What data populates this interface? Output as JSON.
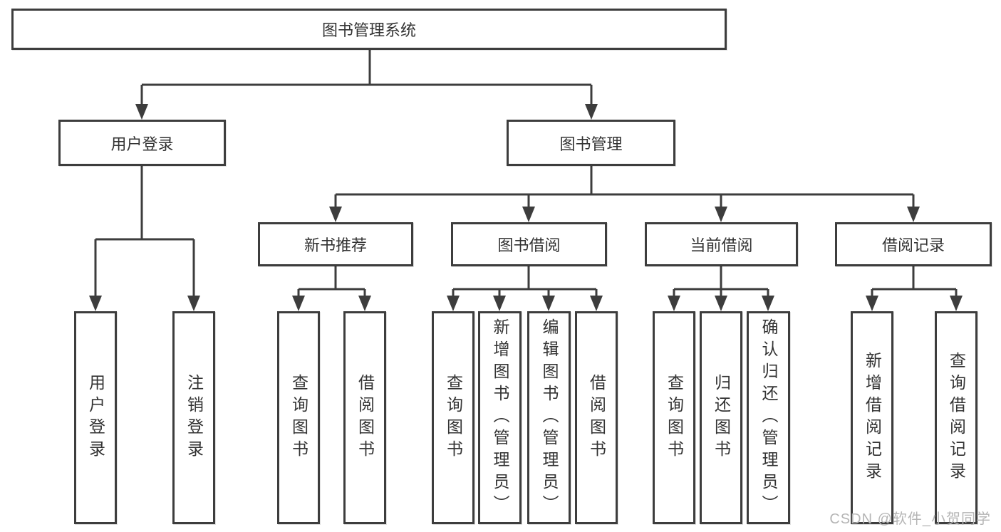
{
  "diagram": {
    "title": "图书管理系统",
    "type": "functional-structure-tree"
  },
  "tree": {
    "label": "图书管理系统",
    "children": [
      {
        "label": "用户登录",
        "children": [
          {
            "label": "用户登录"
          },
          {
            "label": "注销登录"
          }
        ]
      },
      {
        "label": "图书管理",
        "children": [
          {
            "label": "新书推荐",
            "children": [
              {
                "label": "查询图书"
              },
              {
                "label": "借阅图书"
              }
            ]
          },
          {
            "label": "图书借阅",
            "children": [
              {
                "label": "查询图书"
              },
              {
                "label": "新增图书（管理员）"
              },
              {
                "label": "编辑图书（管理员）"
              },
              {
                "label": "借阅图书"
              }
            ]
          },
          {
            "label": "当前借阅",
            "children": [
              {
                "label": "查询图书"
              },
              {
                "label": "归还图书"
              },
              {
                "label": "确认归还（管理员）"
              }
            ]
          },
          {
            "label": "借阅记录",
            "children": [
              {
                "label": "新增借阅记录"
              },
              {
                "label": "查询借阅记录"
              }
            ]
          }
        ]
      }
    ]
  },
  "watermark": {
    "text": "CSDN @软件_小贺同学"
  },
  "colors": {
    "line": "#3d3d3d",
    "box_border": "#3d3d3d",
    "text": "#333333",
    "background": "#ffffff",
    "watermark": "#b5b5b5"
  }
}
